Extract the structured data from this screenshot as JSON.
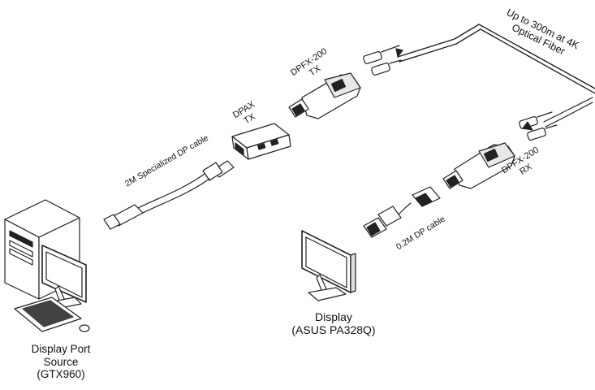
{
  "labels": {
    "optical_fiber": [
      "Up to 300m at 4K",
      "Optical Fiber"
    ],
    "dpfx_tx": [
      "DPFX-200",
      "TX"
    ],
    "dpax_tx": [
      "DPAX",
      "TX"
    ],
    "specialized_cable": "2M Specialized DP cable",
    "dpfx_rx": [
      "DPFX-200",
      "RX"
    ],
    "short_cable": "0.2M DP cable",
    "display": [
      "Display",
      "(ASUS PA328Q)"
    ],
    "source": [
      "Display Port",
      "Source",
      "(GTX960)"
    ]
  }
}
